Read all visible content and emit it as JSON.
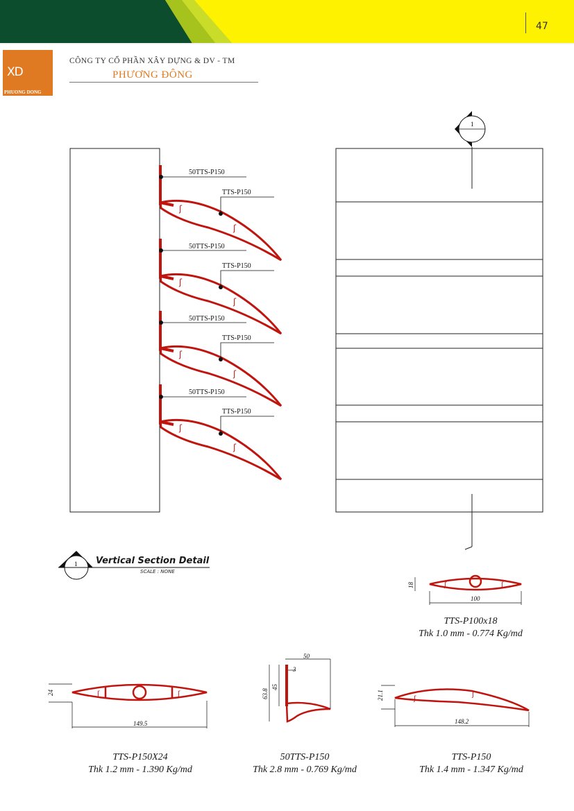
{
  "header": {
    "page_number": "47",
    "logo_text": "XD",
    "logo_subtext": "PHUONG DONG",
    "company_line1": "CÔNG TY CỔ PHẦN XÂY DỰNG & DV - TM",
    "company_line2": "PHƯƠNG ĐÔNG",
    "colors": {
      "banner_green": "#0c4d2d",
      "banner_lime": "#a6c21c",
      "banner_yellow": "#fff200",
      "logo_orange": "#e07a22",
      "profile_red": "#c0150f"
    }
  },
  "elevation": {
    "callout_tag": "1",
    "labels": [
      {
        "mullion": "50TTS-P150",
        "blade": "TTS-P150"
      },
      {
        "mullion": "50TTS-P150",
        "blade": "TTS-P150"
      },
      {
        "mullion": "50TTS-P150",
        "blade": "TTS-P150"
      },
      {
        "mullion": "50TTS-P150",
        "blade": "TTS-P150"
      }
    ]
  },
  "section": {
    "tag": "1",
    "title": "Vertical Section Detail",
    "scale": "SCALE : NONE"
  },
  "profiles": [
    {
      "name": "TTS-P100x18",
      "spec": "Thk 1.0 mm  -  0.774 Kg/md",
      "dims": [
        "18",
        "100"
      ]
    },
    {
      "name": "TTS-P150X24",
      "spec": "Thk 1.2 mm  -  1.390 Kg/md",
      "dims": [
        "24",
        "149.5"
      ]
    },
    {
      "name": "50TTS-P150",
      "spec": "Thk 2.8 mm  -  0.769 Kg/md",
      "dims": [
        "50",
        "3",
        "45",
        "63.8"
      ]
    },
    {
      "name": "TTS-P150",
      "spec": "Thk 1.4 mm  -  1.347 Kg/md",
      "dims": [
        "21.1",
        "148.2"
      ]
    }
  ]
}
